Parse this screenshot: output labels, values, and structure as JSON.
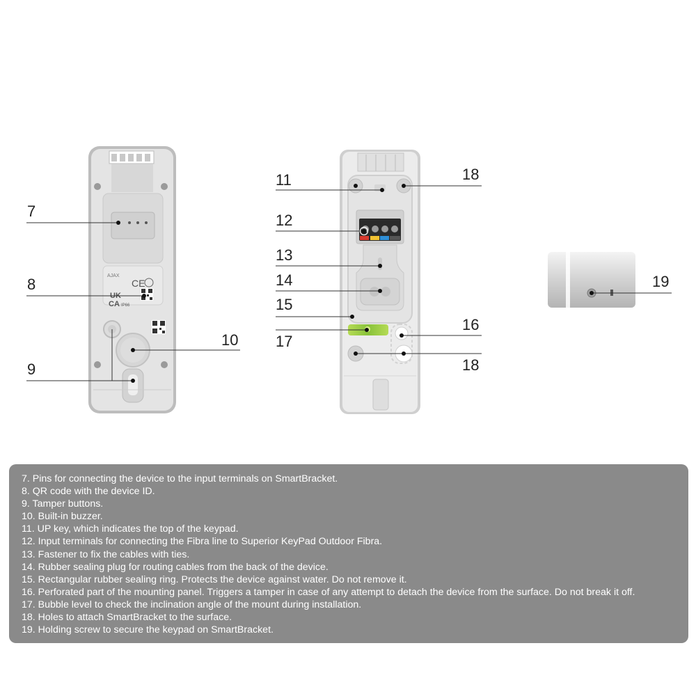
{
  "callouts": {
    "n7": "7",
    "n8": "8",
    "n9": "9",
    "n10": "10",
    "n11": "11",
    "n12": "12",
    "n13": "13",
    "n14": "14",
    "n15": "15",
    "n16": "16",
    "n17": "17",
    "n18a": "18",
    "n18b": "18",
    "n19": "19"
  },
  "device_labels": {
    "brand": "AJAX",
    "ce_mark": "CE",
    "uk": "UK",
    "ca": "CA",
    "ip": "IP66"
  },
  "legend": [
    "7. Pins for connecting the device to the input terminals on SmartBracket.",
    "8. QR code with the device ID.",
    "9. Tamper buttons.",
    "10. Built-in buzzer.",
    "11. UP key, which indicates the top of the keypad.",
    "12. Input terminals for connecting the Fibra line to Superior KeyPad Outdoor Fibra.",
    "13. Fastener to fix the cables with ties.",
    "14. Rubber sealing plug for routing cables from the back of the device.",
    "15. Rectangular rubber sealing ring. Protects the device against water. Do not remove it.",
    "16. Perforated part of the mounting panel. Triggers a tamper in case of any attempt to detach the device from the surface. Do not break it off.",
    "17. Bubble level to check the inclination angle of the mount during installation.",
    "18. Holes to attach SmartBracket to the surface.",
    "19. Holding screw to secure the keypad on SmartBracket."
  ],
  "colors": {
    "legend_bg": "#8a8a8a",
    "device_body": "#e3e3e3",
    "device_frame": "#b9b9b9",
    "level_green": "#9ccc3c",
    "terminal_red": "#d63a2f",
    "terminal_yellow": "#f2c232",
    "terminal_blue": "#2f8fd6"
  }
}
